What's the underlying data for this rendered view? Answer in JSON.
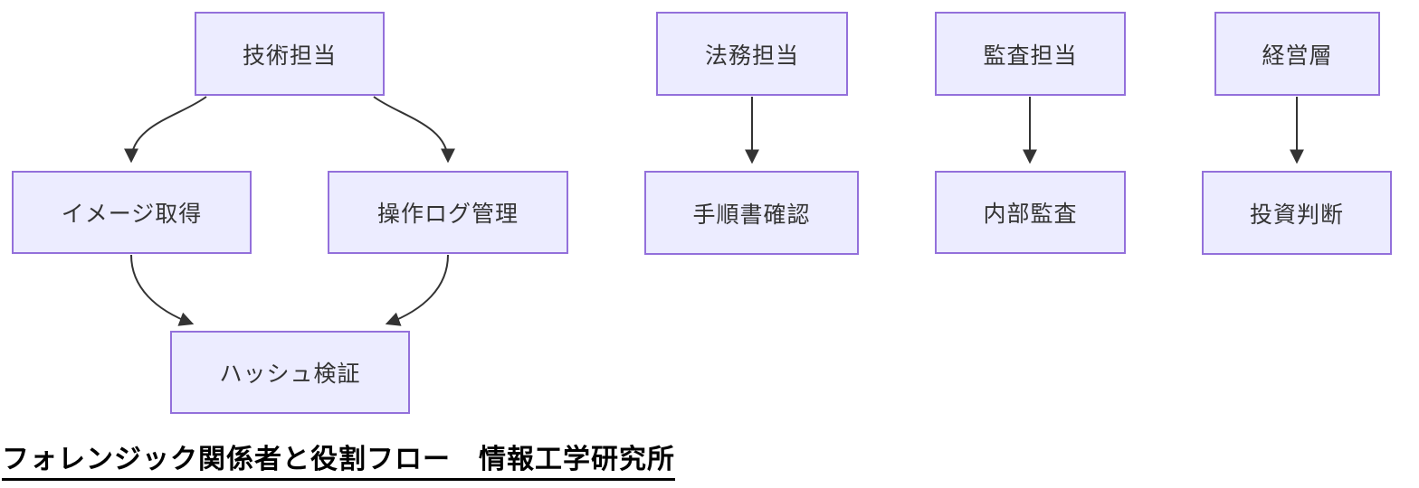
{
  "diagram": {
    "type": "flowchart",
    "direction": "top-down",
    "nodes": [
      {
        "id": "tech",
        "label": "技術担当"
      },
      {
        "id": "image",
        "label": "イメージ取得"
      },
      {
        "id": "oplog",
        "label": "操作ログ管理"
      },
      {
        "id": "hash",
        "label": "ハッシュ検証"
      },
      {
        "id": "legal",
        "label": "法務担当"
      },
      {
        "id": "procedure",
        "label": "手順書確認"
      },
      {
        "id": "audit",
        "label": "監査担当"
      },
      {
        "id": "internal",
        "label": "内部監査"
      },
      {
        "id": "exec",
        "label": "経営層"
      },
      {
        "id": "invest",
        "label": "投資判断"
      }
    ],
    "edges": [
      {
        "from": "技術担当",
        "to": "イメージ取得"
      },
      {
        "from": "技術担当",
        "to": "操作ログ管理"
      },
      {
        "from": "イメージ取得",
        "to": "ハッシュ検証"
      },
      {
        "from": "操作ログ管理",
        "to": "ハッシュ検証"
      },
      {
        "from": "法務担当",
        "to": "手順書確認"
      },
      {
        "from": "監査担当",
        "to": "内部監査"
      },
      {
        "from": "経営層",
        "to": "投資判断"
      }
    ],
    "colors": {
      "node_fill": "#ECECFF",
      "node_border": "#9370DB",
      "edge": "#333333",
      "node_text": "#333333",
      "caption_text": "#000000"
    }
  },
  "caption": {
    "text": "フォレンジック関係者と役割フロー　情報工学研究所"
  }
}
